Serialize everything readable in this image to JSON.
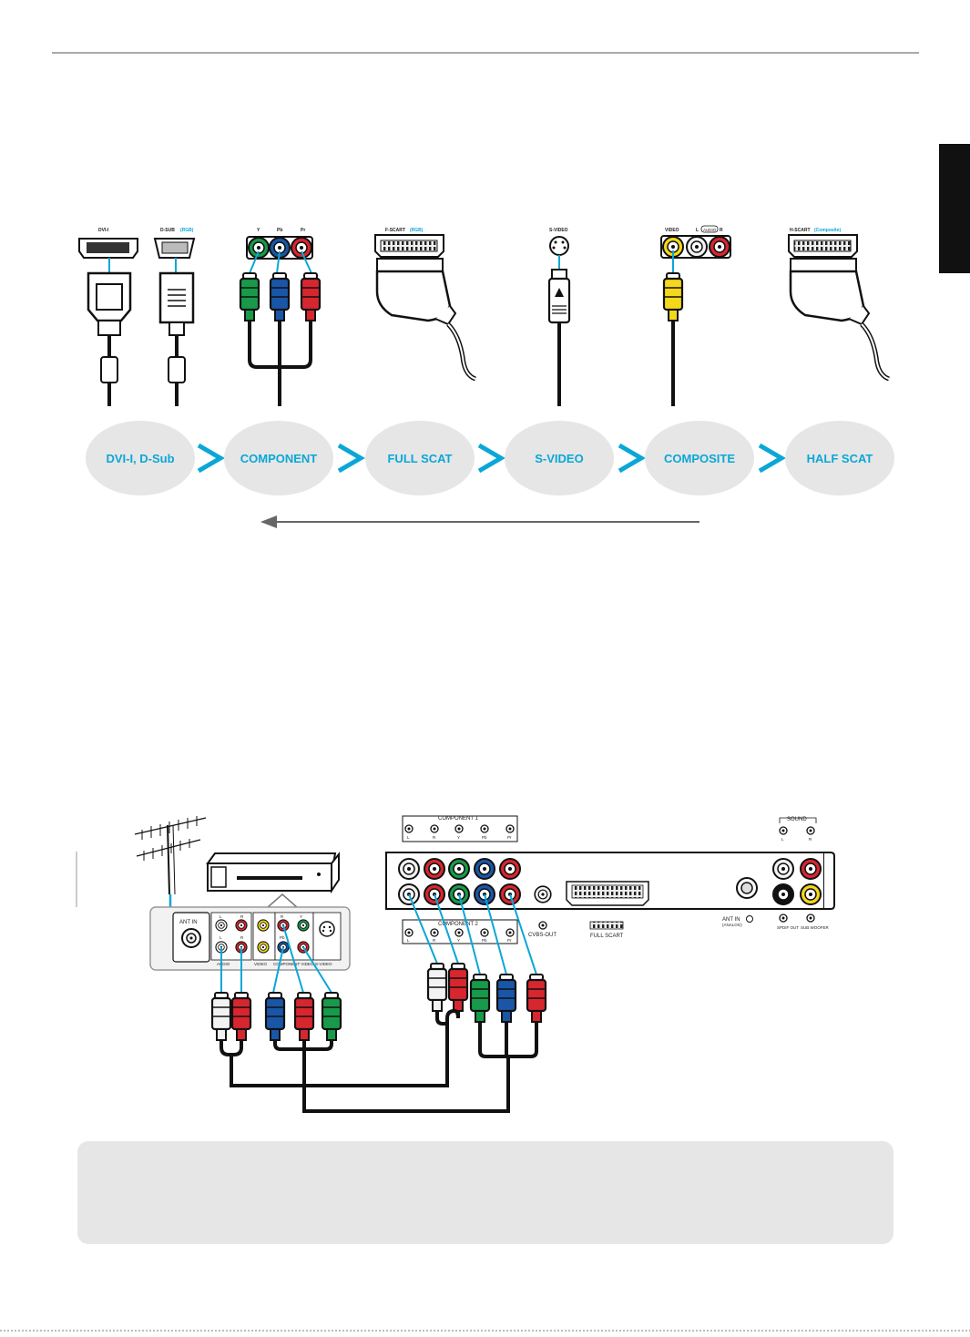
{
  "sidebar_tab_color": "#111111",
  "accent_color": "#0aa7d6",
  "connectors": {
    "dvi_label": "DVI-I",
    "dsub_label": "D-SUB",
    "dsub_tag": "(RGB)",
    "y_label": "Y",
    "pb_label": "Pb",
    "pr_label": "Pr",
    "fscart_label": "F-SCART",
    "fscart_tag": "(RGB)",
    "svideo_label": "S-VIDEO",
    "video_label": "VIDEO",
    "l_label": "L",
    "audio_tag": "AUDIO",
    "r_label": "R",
    "hscart_label": "H-SCART",
    "hscart_tag": "(Composite)"
  },
  "priority_chain": {
    "items": [
      "DVI-I, D-Sub",
      "COMPONENT",
      "FULL SCAT",
      "S-VIDEO",
      "COMPOSITE",
      "HALF SCAT"
    ],
    "separator": ">"
  },
  "device": {
    "ant_in": "ANT IN",
    "group_labels": [
      "AUDIO",
      "VIDEO",
      "COMPONENT VIDEO",
      "S-VIDEO"
    ],
    "port_letters": [
      "L",
      "R",
      "R",
      "Y",
      "L",
      "R",
      "Pb",
      "Pr"
    ]
  },
  "tv_panel": {
    "component1": "COMPONENT 1",
    "component2": "COMPONENT 2",
    "comp_ports": [
      "L",
      "R",
      "Y",
      "Pb",
      "Pr"
    ],
    "cvbs_out": "CVBS-OUT",
    "full_scart": "FULL SCART",
    "ant_in": "ANT IN",
    "ant_in_sub": "(ANALOG)",
    "sound": "SOUND",
    "sound_ports": [
      "L",
      "R"
    ],
    "spdif": "SPDIF OUT",
    "subwoofer": "SUB WOOFER"
  }
}
